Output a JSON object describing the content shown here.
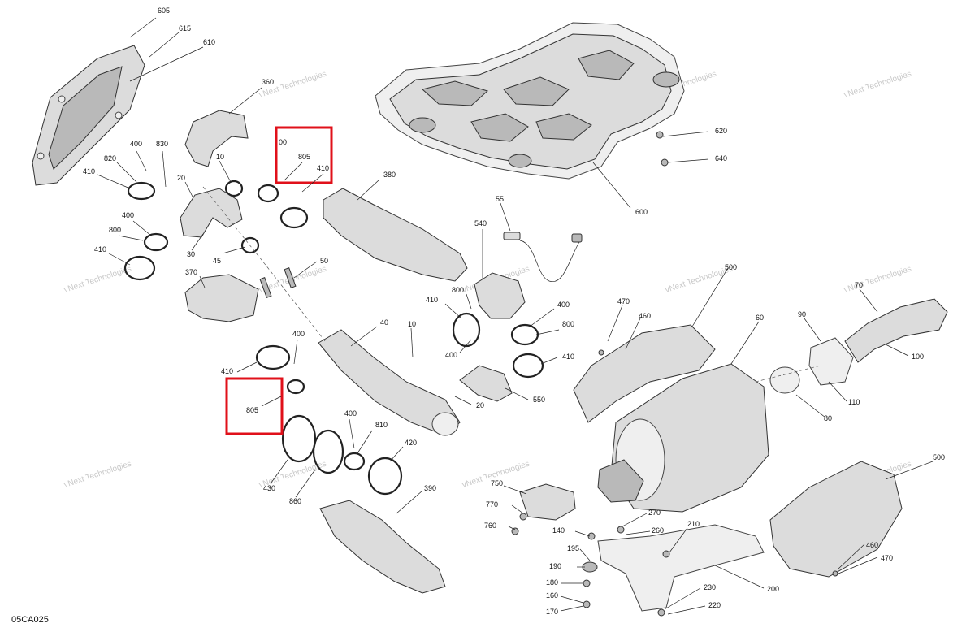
{
  "diagram_code": "05CA025",
  "watermark_text": "vNext Technologies",
  "highlight_color": "#e0101a",
  "highlighted_part": "805",
  "callout_labels": {
    "top": [
      "00",
      "805",
      "410"
    ],
    "bottom": [
      "805"
    ]
  },
  "part_labels": [
    "605",
    "615",
    "610",
    "360",
    "400",
    "830",
    "820",
    "410",
    "20",
    "10",
    "400",
    "800",
    "410",
    "30",
    "45",
    "370",
    "380",
    "50",
    "620",
    "640",
    "600",
    "55",
    "540",
    "410",
    "800",
    "400",
    "800",
    "400",
    "410",
    "550",
    "40",
    "10",
    "400",
    "410",
    "20",
    "400",
    "810",
    "420",
    "430",
    "860",
    "390",
    "500",
    "470",
    "460",
    "60",
    "90",
    "70",
    "100",
    "110",
    "80",
    "750",
    "770",
    "760",
    "270",
    "260",
    "210",
    "140",
    "195",
    "190",
    "180",
    "160",
    "170",
    "230",
    "220",
    "200",
    "500",
    "460",
    "470"
  ]
}
